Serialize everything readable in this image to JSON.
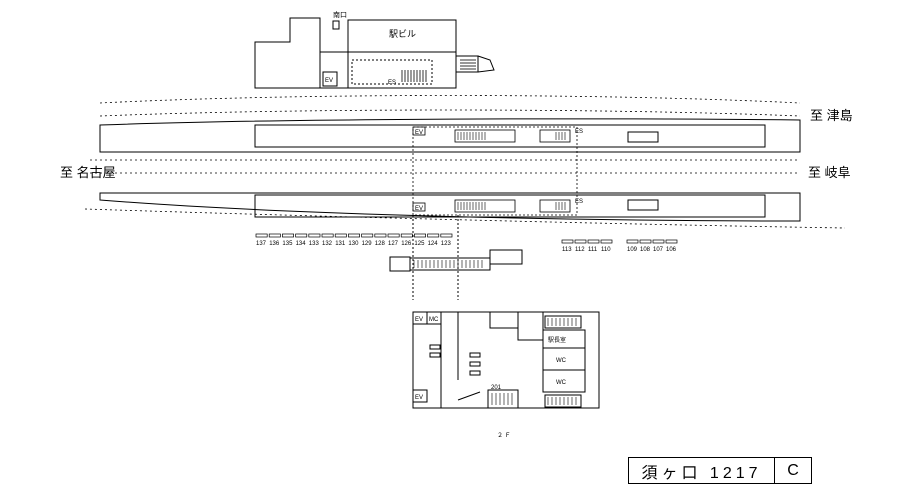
{
  "labels": {
    "south_exit": "南口",
    "station_bldg": "駅ビル",
    "ev": "EV",
    "es": "ES",
    "to_tsushima": "至 津島",
    "to_nagoya": "至 名古屋",
    "to_gifu": "至 岐阜",
    "floor": "２ Ｆ",
    "station_office": "駅長室",
    "wc": "WC",
    "mwc": "MC",
    "car_201": "201"
  },
  "car_numbers_left": [
    "137",
    "136",
    "135",
    "134",
    "133",
    "132",
    "131",
    "130",
    "129",
    "128",
    "127",
    "126",
    "125",
    "124",
    "123"
  ],
  "car_numbers_right_a": [
    "113",
    "112",
    "111",
    "110"
  ],
  "car_numbers_right_b": [
    "109",
    "108",
    "107",
    "106"
  ],
  "title": {
    "main": "須ヶ口 1217",
    "code": "C"
  }
}
